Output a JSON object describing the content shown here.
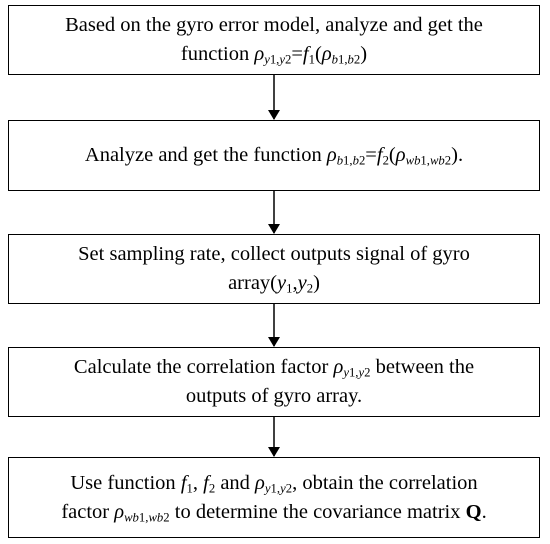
{
  "steps": [
    {
      "id": "step-1",
      "lines": [
        "Based on the gyro error model, analyze and get the",
        "function ρy1,y2=f1(ρb1,b2)"
      ]
    },
    {
      "id": "step-2",
      "lines": [
        "Analyze and get the function ρb1,b2=f2(ρwb1,wb2)."
      ]
    },
    {
      "id": "step-3",
      "lines": [
        "Set sampling rate, collect outputs signal of gyro",
        "array(y1,y2)"
      ]
    },
    {
      "id": "step-4",
      "lines": [
        "Calculate the correlation factor ρy1,y2 between the",
        "outputs of gyro array."
      ]
    },
    {
      "id": "step-5",
      "lines": [
        "Use function f1, f2 and ρy1,y2, obtain the correlation",
        "factor ρwb1,wb2 to determine the covariance matrix Q."
      ]
    }
  ]
}
